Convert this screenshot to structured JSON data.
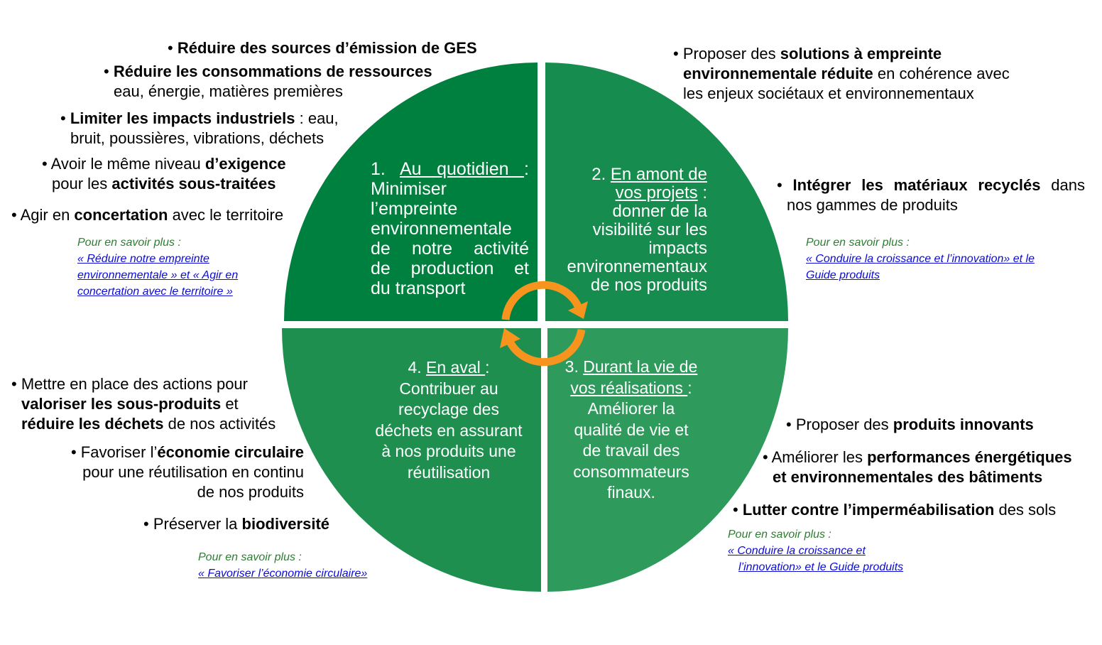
{
  "colors": {
    "quadrant_1": "#00803f",
    "quadrant_2": "#168c4e",
    "quadrant_3": "#2e9a5c",
    "quadrant_4": "#1f8f50",
    "arrow": "#f7941d",
    "text": "#000000",
    "more_label": "#2e7d32",
    "link": "#0b0bd9"
  },
  "quadrants": {
    "q1": {
      "lines": [
        [
          "1. ",
          "Au quotidien ",
          ":"
        ],
        [
          "Minimiser"
        ],
        [
          "l’empreinte"
        ],
        [
          "environnementale"
        ],
        [
          "de notre activité"
        ],
        [
          "de production et"
        ],
        [
          "du transport"
        ]
      ]
    },
    "q2": {
      "lines": [
        [
          "2. ",
          "En amont de"
        ],
        [
          "vos projets",
          " :"
        ],
        [
          "donner de la"
        ],
        [
          "visibilité sur les"
        ],
        [
          "impacts"
        ],
        [
          "environnementaux"
        ],
        [
          "de nos produits"
        ]
      ]
    },
    "q3": {
      "lines": [
        [
          "3. ",
          "Durant la vie de"
        ],
        [
          "vos réalisations ",
          ":"
        ],
        [
          "Améliorer la"
        ],
        [
          "qualité de vie et"
        ],
        [
          "de travail des"
        ],
        [
          "consommateurs"
        ],
        [
          "finaux."
        ]
      ]
    },
    "q4": {
      "lines": [
        [
          "4. ",
          "En aval ",
          ":"
        ],
        [
          "Contribuer au"
        ],
        [
          "recyclage des"
        ],
        [
          "déchets en assurant"
        ],
        [
          "à nos produits une"
        ],
        [
          "réutilisation"
        ]
      ]
    }
  },
  "top_left": {
    "bullets": [
      [
        [
          "• ",
          "Réduire des sources d’émission de GES"
        ]
      ],
      [
        [
          "• ",
          "Réduire les consommations de ressources"
        ],
        [
          "eau, énergie, matières premières"
        ]
      ],
      [
        [
          "• ",
          "Limiter les impacts industriels",
          " : eau,"
        ],
        [
          "bruit, poussières, vibrations, déchets"
        ]
      ],
      [
        [
          "• Avoir le même niveau ",
          "d’exigence"
        ],
        [
          "pour les ",
          "activités sous-traitées"
        ]
      ],
      [
        [
          "• Agir en ",
          "concertation",
          " avec le territoire"
        ]
      ]
    ],
    "more": {
      "label": "Pour en savoir plus :",
      "links": [
        "« Réduire notre empreinte",
        "environnementale » et « Agir en",
        "concertation avec le territoire »"
      ]
    }
  },
  "top_right": {
    "bullets": [
      [
        [
          "• Proposer des ",
          "solutions à empreinte"
        ],
        [
          "environnementale réduite",
          " en cohérence avec"
        ],
        [
          "les enjeux sociétaux et environnementaux"
        ]
      ],
      [
        [
          "• ",
          "Intégrer les matériaux recyclés",
          " dans"
        ],
        [
          "nos gammes de produits"
        ]
      ]
    ],
    "more": {
      "label": "Pour en savoir plus :",
      "links": [
        "« Conduire la croissance et l’innovation» et le",
        "Guide produits"
      ]
    }
  },
  "bottom_left": {
    "bullets": [
      [
        [
          "• Mettre en place des actions pour"
        ],
        [
          "valoriser les sous-produits",
          " et"
        ],
        [
          "réduire les déchets",
          " de nos activités"
        ]
      ],
      [
        [
          "• Favoriser l’",
          "économie circulaire"
        ],
        [
          "pour une réutilisation en continu"
        ],
        [
          "de nos produits"
        ]
      ],
      [
        [
          "• Préserver la ",
          "biodiversité"
        ]
      ]
    ],
    "more": {
      "label": "Pour en savoir plus :",
      "links": [
        "« Favoriser l’économie circulaire»"
      ]
    }
  },
  "bottom_right": {
    "bullets": [
      [
        [
          "• Proposer des ",
          "produits innovants"
        ]
      ],
      [
        [
          "• Améliorer les ",
          "performances énergétiques"
        ],
        [
          "et environnementales des bâtiments"
        ]
      ],
      [
        [
          "• ",
          "Lutter contre l’imperméabilisation",
          " des sols"
        ]
      ]
    ],
    "more": {
      "label": "Pour en savoir plus :",
      "links": [
        "« Conduire la croissance et",
        "l’innovation» et le Guide produits"
      ]
    }
  }
}
